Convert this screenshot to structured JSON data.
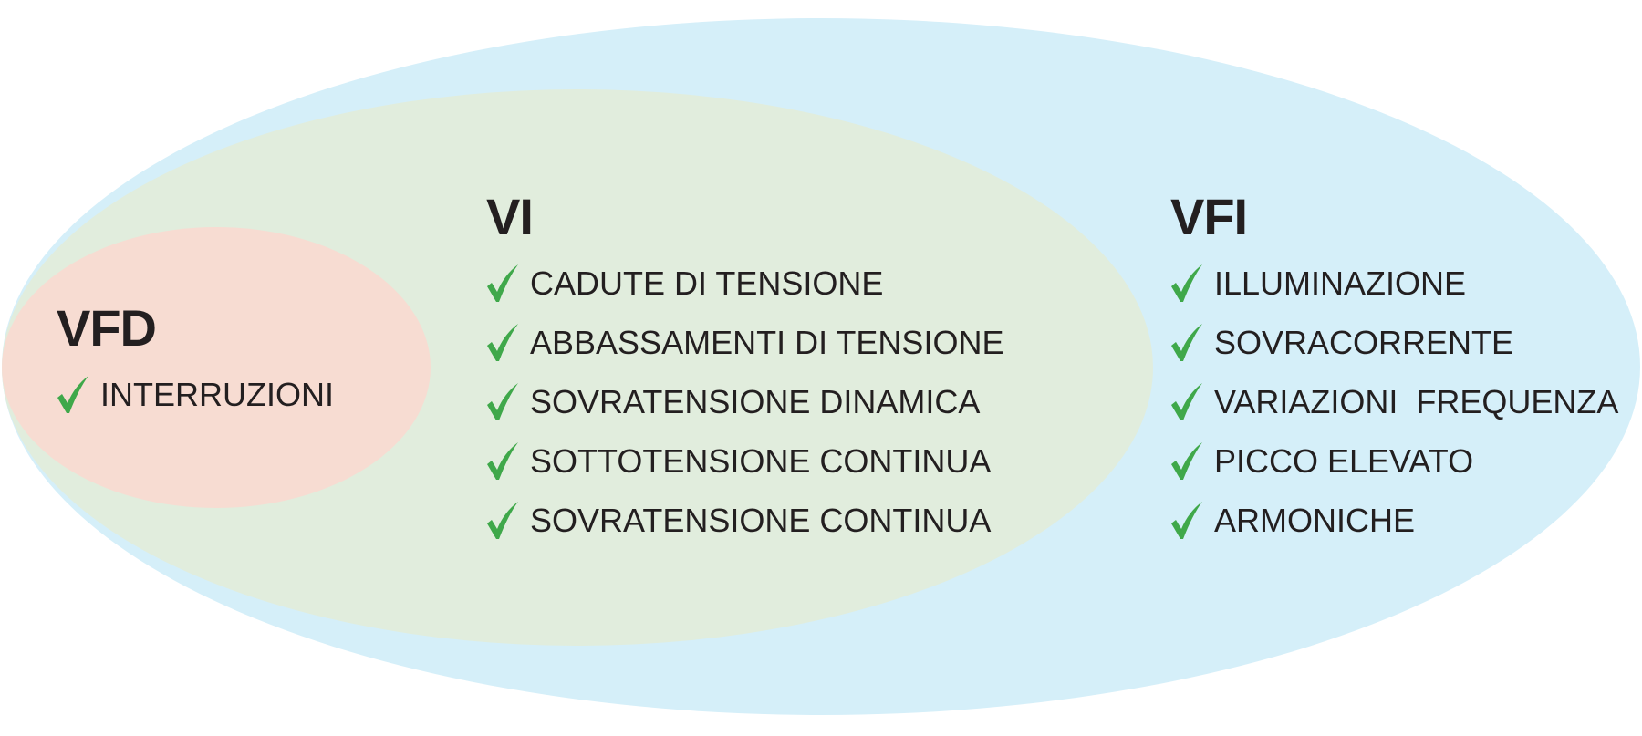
{
  "colors": {
    "vfi_fill": "#d5eff9",
    "vi_fill": "#e1eddd",
    "vfd_fill": "#f7dcd2",
    "check": "#3fa84a",
    "text": "#231f20"
  },
  "icons": {
    "check": "check-icon"
  },
  "groups": {
    "vfd": {
      "title": "VFD",
      "items": [
        "INTERRUZIONI"
      ]
    },
    "vi": {
      "title": "VI",
      "items": [
        "CADUTE DI TENSIONE",
        "ABBASSAMENTI DI TENSIONE",
        "SOVRATENSIONE DINAMICA",
        "SOTTOTENSIONE CONTINUA",
        "SOVRATENSIONE CONTINUA"
      ]
    },
    "vfi": {
      "title": "VFI",
      "items": [
        "ILLUMINAZIONE",
        "SOVRACORRENTE",
        "VARIAZIONI  FREQUENZA",
        "PICCO ELEVATO",
        "ARMONICHE"
      ]
    }
  }
}
